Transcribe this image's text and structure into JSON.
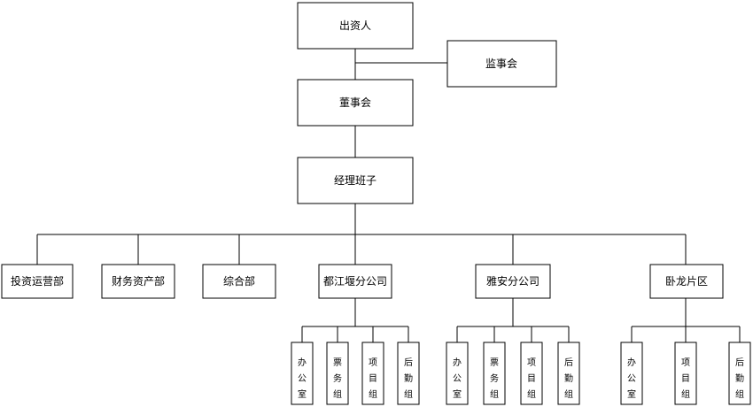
{
  "nodes": {
    "investor": "出资人",
    "supervisors": "监事会",
    "board": "董事会",
    "management": "经理班子",
    "dept_investment": "投资运营部",
    "dept_finance": "财务资产部",
    "dept_general": "综合部",
    "branch_dujiangyan": "都江堰分公司",
    "branch_yaan": "雅安分公司",
    "branch_wolong": "卧龙片区",
    "dj_office": "办公室",
    "dj_ticket": "票务组",
    "dj_project": "项目组",
    "dj_logistics": "后勤组",
    "ya_office": "办公室",
    "ya_ticket": "票务组",
    "ya_project": "项目组",
    "ya_logistics": "后勤组",
    "wl_office": "办公室",
    "wl_project": "项目组",
    "wl_logistics": "后勤组"
  }
}
